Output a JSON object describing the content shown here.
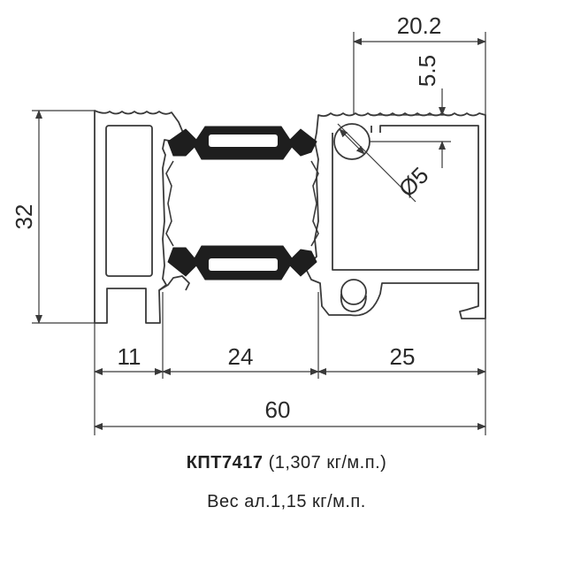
{
  "drawing": {
    "dimensions": {
      "top_width": "20.2",
      "groove_depth": "5.5",
      "hole_diameter": "Ø5",
      "height": "32",
      "left_section": "11",
      "middle_section": "24",
      "right_section": "25",
      "total_width": "60"
    }
  },
  "caption": {
    "model": "КПТ7417",
    "weight_total": "(1,307 кг/м.п.)",
    "weight_aluminium": "Вес ал.1,15 кг/м.п."
  },
  "colors": {
    "line": "#3a3a3a",
    "thermal_break": "#1e1e1e",
    "background": "#ffffff"
  }
}
